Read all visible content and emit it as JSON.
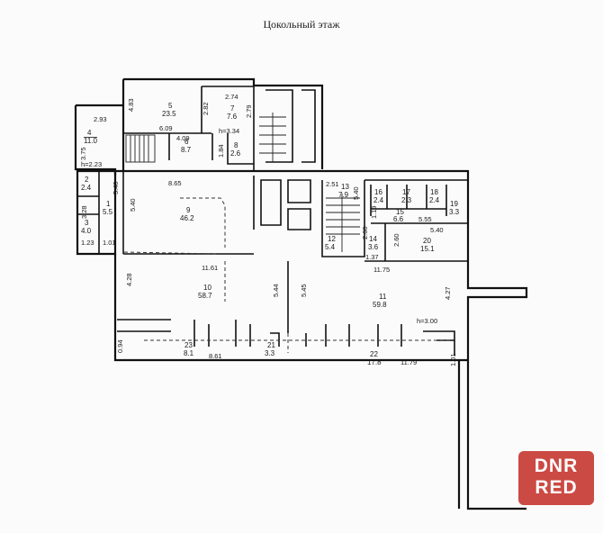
{
  "title": "Цокольный этаж",
  "rooms": [
    {
      "id": "r1",
      "number": "1",
      "area": "5.5"
    },
    {
      "id": "r2",
      "number": "2",
      "area": "2.4"
    },
    {
      "id": "r3",
      "number": "3",
      "area": "4.0"
    },
    {
      "id": "r4",
      "number": "4",
      "area": "11.0"
    },
    {
      "id": "r5",
      "number": "5",
      "area": "23.5"
    },
    {
      "id": "r6",
      "number": "6",
      "area": "8.7"
    },
    {
      "id": "r7",
      "number": "7",
      "area": "7.6"
    },
    {
      "id": "r8",
      "number": "8",
      "area": "2.6"
    },
    {
      "id": "r9",
      "number": "9",
      "area": "46.2"
    },
    {
      "id": "r10",
      "number": "10",
      "area": "58.7"
    },
    {
      "id": "r11",
      "number": "11",
      "area": "59.8"
    },
    {
      "id": "r12",
      "number": "12",
      "area": "5.4"
    },
    {
      "id": "r13",
      "number": "13",
      "area": "7.9"
    },
    {
      "id": "r14",
      "number": "14",
      "area": "3.6"
    },
    {
      "id": "r15",
      "number": "15",
      "area": "6.6"
    },
    {
      "id": "r16",
      "number": "16",
      "area": "2.4"
    },
    {
      "id": "r17",
      "number": "17",
      "area": "2.3"
    },
    {
      "id": "r18",
      "number": "18",
      "area": "2.4"
    },
    {
      "id": "r19",
      "number": "19",
      "area": "3.3"
    },
    {
      "id": "r20",
      "number": "20",
      "area": "15.1"
    },
    {
      "id": "r21",
      "number": "21",
      "area": "3.3"
    },
    {
      "id": "r22",
      "number": "22",
      "area": "17.8"
    },
    {
      "id": "r23",
      "number": "23",
      "area": "8.1"
    }
  ],
  "dimensions": {
    "d293": "2.93",
    "d375": "3.75",
    "h223": "h=2.23",
    "d483": "4.83",
    "d609": "6.09",
    "d282": "2.82",
    "d274": "2.74",
    "d279": "2.79",
    "d409": "4.09",
    "h334": "h=3.34",
    "d184": "1.84",
    "d540a": "5.40",
    "d865": "8.65",
    "d540b": "5.40",
    "d328": "3.28",
    "d123": "1.23",
    "d101a": "1.01",
    "d251": "2.51",
    "d540c": "5.40",
    "d119": "1.19",
    "d555": "5.55",
    "d540d": "5.40",
    "d260a": "2.60",
    "d260b": "2.60",
    "d137": "1.37",
    "d1161": "11.61",
    "d1175": "11.75",
    "d428": "4.28",
    "d544": "5.44",
    "d545": "5.45",
    "d427": "4.27",
    "h300": "h=3.00",
    "d094": "0.94",
    "d861": "8.61",
    "d1179": "11.79",
    "d101b": "1.01"
  },
  "watermark": {
    "line1": "DNR",
    "line2": "RED",
    "color": "#c9413b"
  }
}
